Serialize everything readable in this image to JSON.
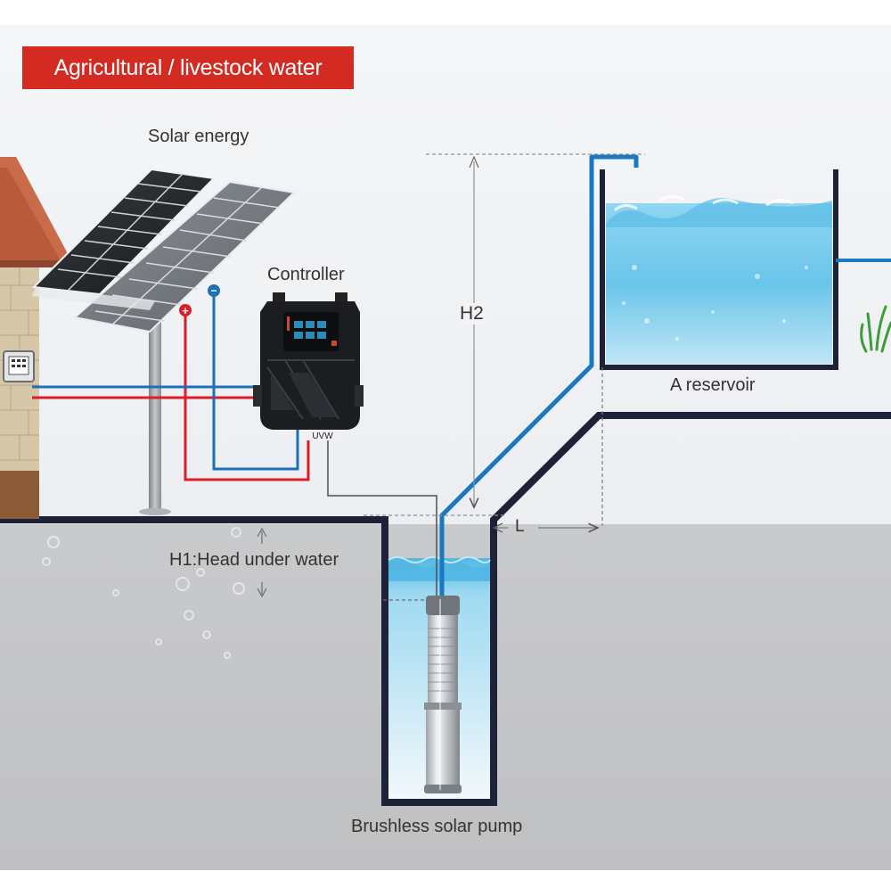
{
  "title": "Agricultural / livestock water",
  "labels": {
    "solar": "Solar energy",
    "controller": "Controller",
    "h2": "H2",
    "reservoir": "A reservoir",
    "l": "L",
    "h1": "H1:Head under water",
    "pump": "Brushless solar pump",
    "plus": "+",
    "minus": "−",
    "terminals": "UVW"
  },
  "colors": {
    "banner": "#d32a22",
    "water": "#6cc6e8",
    "pipe": "#1a78c2",
    "positive_wire": "#d91e2a",
    "negative_wire": "#1d6fb8",
    "ground": "#c2c3c5",
    "outline": "#1d2238"
  },
  "icons": [
    "solar-panel-icon",
    "controller-icon",
    "house-icon",
    "pump-icon",
    "grass-icon"
  ]
}
